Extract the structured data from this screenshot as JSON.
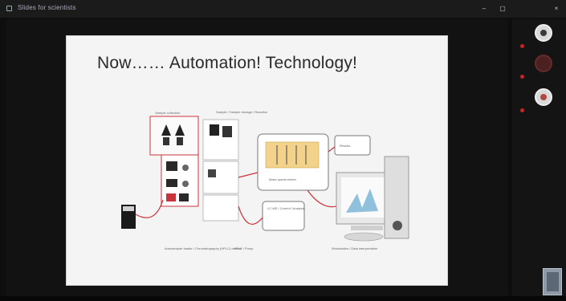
{
  "window": {
    "title": "Slides for scientists"
  },
  "window_controls": {
    "minimize": "–",
    "maximize": "▢",
    "label": "",
    "close": "×"
  },
  "slide": {
    "title": "Now…… Automation! Technology!",
    "labels": {
      "sample_collection": "Sample collection",
      "sample_list": "Sample / Sample storage / Reaction",
      "results": "Results",
      "mas_spectrometer": "Mass spectrometer",
      "lc_ms_control": "LC-MS / Control / Analysis",
      "autosampler": "Autosampler loader / Chromatography (HPLC) column",
      "hplc_pump": "HPLC / Pump",
      "analysis_station": "Workstation / Data interpretation"
    }
  },
  "participants": [
    {
      "name": "",
      "avatar_style": "light"
    },
    {
      "name": "",
      "avatar_style": "dark"
    },
    {
      "name": "",
      "avatar_style": "light"
    }
  ],
  "colors": {
    "background": "#0e0e0e",
    "slide_bg": "#f4f4f4",
    "mic_muted": "#c0262a",
    "diagram_red": "#c9343b"
  }
}
